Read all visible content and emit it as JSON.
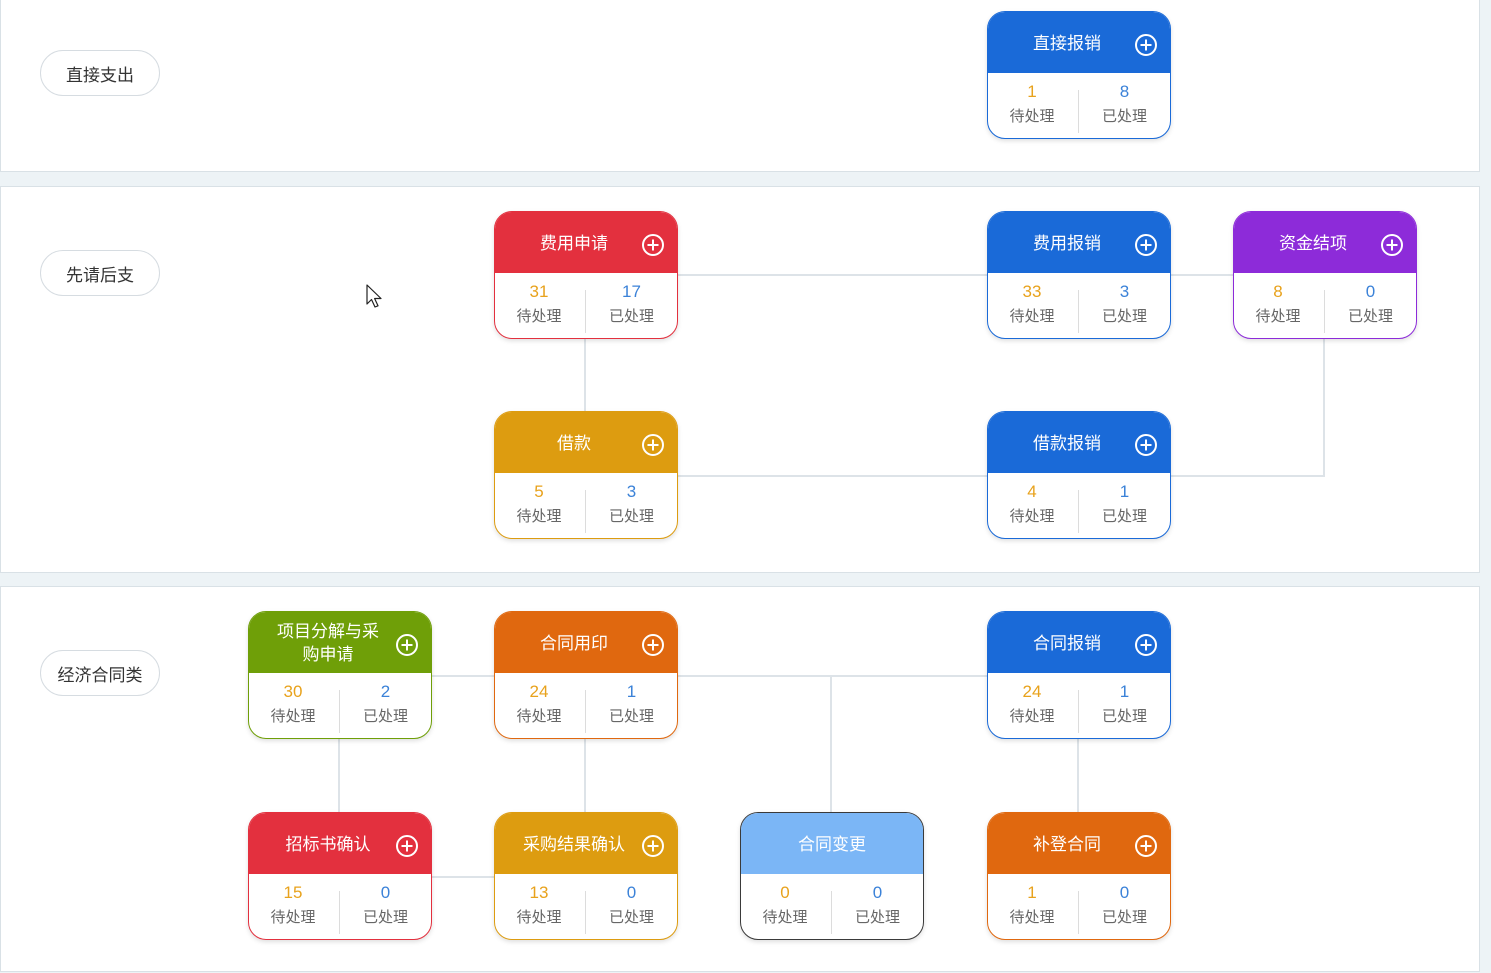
{
  "labels": {
    "pending": "待处理",
    "processed": "已处理"
  },
  "colors": {
    "blue": "#1a6ad8",
    "red": "#e3303e",
    "purple": "#8d2bd9",
    "amber": "#dd9c10",
    "green": "#6f9f08",
    "orange": "#e0680f",
    "light_blue": "#7bb6f6",
    "pending_number": "#e8a21c",
    "processed_number": "#3b82d8"
  },
  "sections": [
    {
      "label": "直接支出",
      "cards": [
        {
          "title": "直接报销",
          "pending": 1,
          "processed": 8,
          "color": "blue",
          "icon": "add-circle-icon"
        }
      ]
    },
    {
      "label": "先请后支",
      "cards": [
        {
          "title": "费用申请",
          "pending": 31,
          "processed": 17,
          "color": "red",
          "icon": "add-circle-icon"
        },
        {
          "title": "费用报销",
          "pending": 33,
          "processed": 3,
          "color": "blue",
          "icon": "add-circle-icon"
        },
        {
          "title": "资金结项",
          "pending": 8,
          "processed": 0,
          "color": "purple",
          "icon": "add-circle-icon"
        },
        {
          "title": "借款",
          "pending": 5,
          "processed": 3,
          "color": "amber",
          "icon": "add-circle-icon"
        },
        {
          "title": "借款报销",
          "pending": 4,
          "processed": 1,
          "color": "blue",
          "icon": "add-circle-icon"
        }
      ]
    },
    {
      "label": "经济合同类",
      "cards": [
        {
          "title": "项目分解与采购申请",
          "pending": 30,
          "processed": 2,
          "color": "green",
          "icon": "add-circle-icon"
        },
        {
          "title": "合同用印",
          "pending": 24,
          "processed": 1,
          "color": "orange",
          "icon": "add-circle-icon"
        },
        {
          "title": "合同报销",
          "pending": 24,
          "processed": 1,
          "color": "blue",
          "icon": "add-circle-icon"
        },
        {
          "title": "招标书确认",
          "pending": 15,
          "processed": 0,
          "color": "red",
          "icon": "add-circle-icon"
        },
        {
          "title": "采购结果确认",
          "pending": 13,
          "processed": 0,
          "color": "amber",
          "icon": "add-circle-icon"
        },
        {
          "title": "合同变更",
          "pending": 0,
          "processed": 0,
          "color": "light_blue",
          "border": "#3a3a3a"
        },
        {
          "title": "补登合同",
          "pending": 1,
          "processed": 0,
          "color": "orange",
          "icon": "add-circle-icon"
        }
      ]
    }
  ]
}
